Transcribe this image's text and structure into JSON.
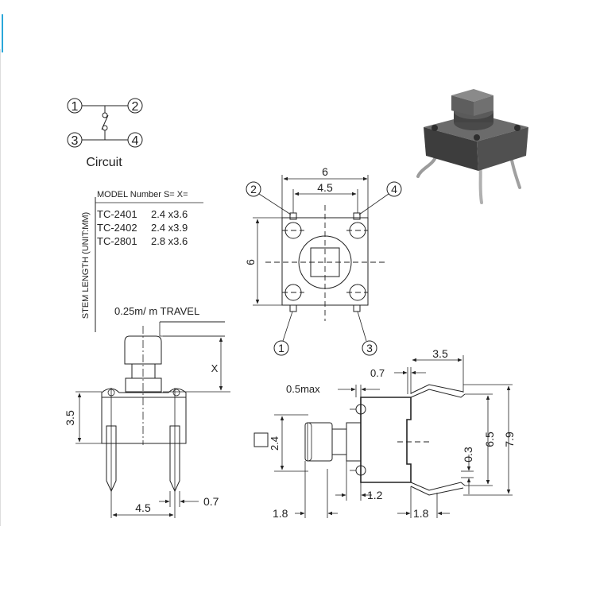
{
  "circuit": {
    "title": "Circuit",
    "pins": [
      "1",
      "2",
      "3",
      "4"
    ]
  },
  "stem_table": {
    "vertical_label": "STEM LENGTH (UNIT:MM)",
    "header": "MODEL Number S= X=",
    "rows": [
      {
        "model": "TC-2401",
        "value": "2.4 x3.6"
      },
      {
        "model": "TC-2402",
        "value": "2.4 x3.9"
      },
      {
        "model": "TC-2801",
        "value": "2.8 x3.6"
      }
    ]
  },
  "side_view": {
    "travel": "0.25m/ m TRAVEL",
    "stem_length": "X",
    "body_height": "3.5",
    "pin_pitch": "4.5",
    "pin_width": "0.7"
  },
  "top_view": {
    "outer_width": "6",
    "pin_pitch": "4.5",
    "height": "6",
    "pins": [
      "1",
      "2",
      "3",
      "4"
    ]
  },
  "profile_view": {
    "lead_thickness": "0.7",
    "lead_length": "3.5",
    "gap": "0.5max",
    "stem_size": "2.4",
    "lead_gap": "0.3",
    "body_depth": "6.5",
    "overall": "7.9",
    "stem_offset": "1.8",
    "lead_offset": "1.2",
    "lead_extent": "1.8"
  }
}
